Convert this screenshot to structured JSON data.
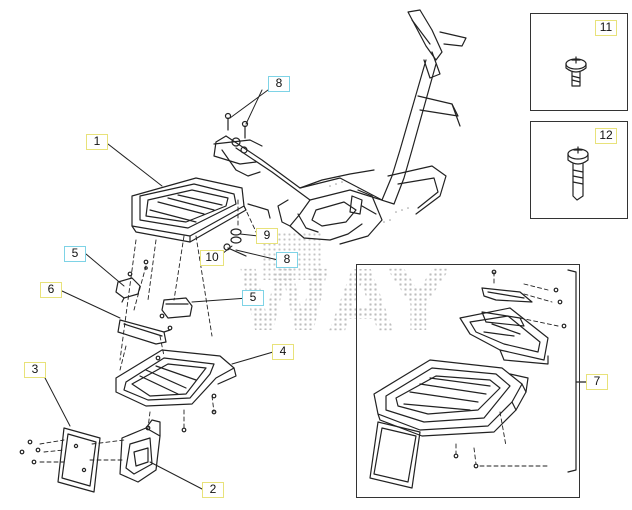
{
  "callouts": {
    "c1": "1",
    "c2": "2",
    "c3": "3",
    "c4": "4",
    "c5a": "5",
    "c5b": "5",
    "c6": "6",
    "c7": "7",
    "c8a": "8",
    "c8b": "8",
    "c9": "9",
    "c10": "10"
  },
  "insets": {
    "top_part": "11",
    "bottom_part": "12"
  },
  "watermark": "WAY",
  "colors": {
    "callout_yellow": "#e8e27a",
    "callout_cyan": "#7ed3e6",
    "line": "#222222"
  }
}
